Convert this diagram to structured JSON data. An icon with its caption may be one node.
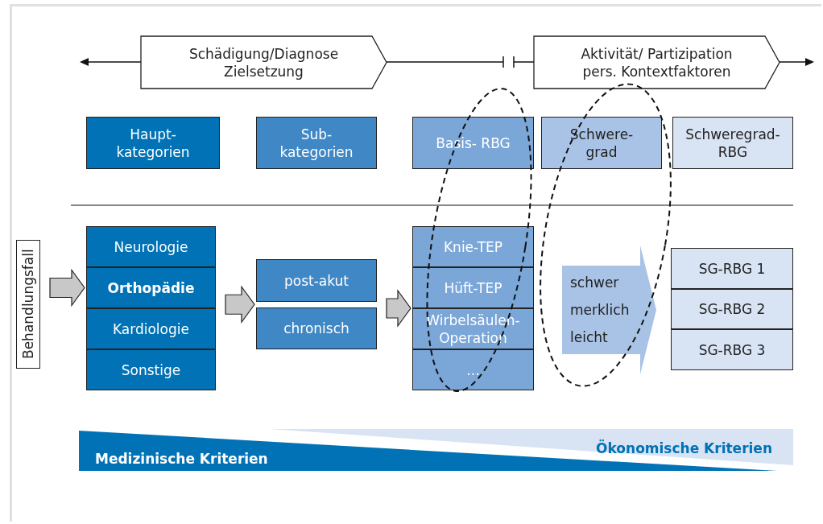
{
  "diagram": {
    "nodes": [
      {
        "text": [
          "Schädigung/Diagnose",
          "Zielsetzung"
        ]
      },
      {
        "text": [
          "Aktivität/ Partizipation",
          "pers. Kontextfaktoren"
        ]
      },
      {
        "text": [
          "Haupt- kategorien"
        ]
      },
      {
        "text": [
          "Sub- kategorien"
        ]
      },
      {
        "text": [
          "Basis- RBG"
        ]
      },
      {
        "text": [
          "Schwere- grad"
        ]
      },
      {
        "text": [
          "Schweregrad- RBG"
        ]
      },
      {
        "text": [
          "Behandlungsfall"
        ]
      },
      {
        "text": [
          "Neurologie"
        ]
      },
      {
        "text": [
          "Orthopädie"
        ]
      },
      {
        "text": [
          "Kardiologie"
        ]
      },
      {
        "text": [
          "Sonstige"
        ]
      },
      {
        "text": [
          "post-akut"
        ]
      },
      {
        "text": [
          "chronisch"
        ]
      },
      {
        "text": [
          "Knie-TEP"
        ]
      },
      {
        "text": [
          "Hüft-TEP"
        ]
      },
      {
        "text": [
          "Wirbelsäulen- Operation"
        ]
      },
      {
        "text": [
          "…"
        ]
      },
      {
        "text": [
          "schwer",
          "merklich",
          "leicht"
        ]
      },
      {
        "text": [
          "SG-RBG 1"
        ]
      },
      {
        "text": [
          "SG-RBG 2"
        ]
      },
      {
        "text": [
          "SG-RBG 3"
        ]
      },
      {
        "text": [
          "Medizinische Kriterien"
        ]
      },
      {
        "text": [
          "Ökonomische Kriterien"
        ]
      }
    ],
    "edges": [
      {
        "from": 7,
        "to": 9,
        "arrow": "to"
      },
      {
        "from": 9,
        "to": 12,
        "arrow": "to"
      },
      {
        "from": 9,
        "to": 13,
        "arrow": "to"
      },
      {
        "from": 12,
        "to": 15,
        "arrow": "to"
      },
      {
        "from": 13,
        "to": 15,
        "arrow": "to"
      }
    ]
  }
}
